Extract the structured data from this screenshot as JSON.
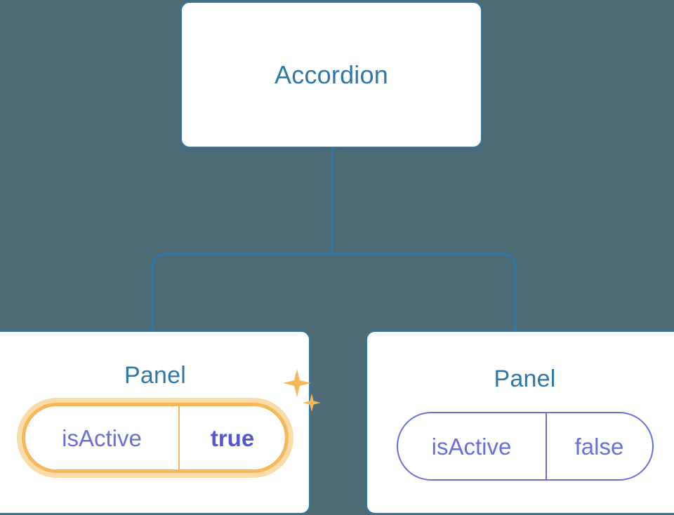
{
  "diagram": {
    "type": "component-tree",
    "background_color": "#4d6b74",
    "edge_color": "#2e77a6",
    "root": {
      "title": "Accordion"
    },
    "children": [
      {
        "title": "Panel",
        "highlighted": true,
        "prop": {
          "key": "isActive",
          "value": "true",
          "border_color": "#f7b85c",
          "halo_color": "#fbdca8",
          "text_color": "#6a6edb"
        },
        "sparkles": [
          "sparkle-large",
          "sparkle-small"
        ]
      },
      {
        "title": "Panel",
        "highlighted": false,
        "prop": {
          "key": "isActive",
          "value": "false",
          "border_color": "#6a6edb",
          "text_color": "#6a6edb"
        }
      }
    ]
  }
}
